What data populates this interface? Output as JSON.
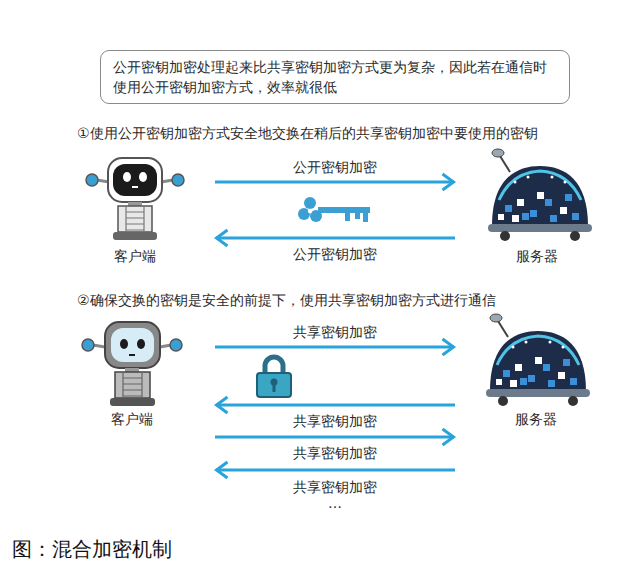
{
  "diagram": {
    "caption": "图：混合加密机制",
    "nodes": [
      {
        "text": [
          "公开密钥加密处理起来比共享密钥加密方式更为复杂，因此若在通信时使用公开密钥加密方式，效率就很低"
        ]
      },
      {
        "text": [
          "客户端"
        ]
      },
      {
        "text": [
          "服务器"
        ]
      },
      {
        "text": [
          "客户端"
        ]
      },
      {
        "text": [
          "服务器"
        ]
      }
    ],
    "edges": [
      {
        "from": 1,
        "to": 2,
        "arrow": "to",
        "label": "公开密钥加密"
      },
      {
        "from": 2,
        "to": 1,
        "arrow": "to",
        "label": "公开密钥加密"
      },
      {
        "from": 3,
        "to": 4,
        "arrow": "to",
        "label": "共享密钥加密"
      },
      {
        "from": 4,
        "to": 3,
        "arrow": "to",
        "label": "共享密钥加密"
      },
      {
        "from": 3,
        "to": 4,
        "arrow": "to",
        "label": "共享密钥加密"
      },
      {
        "from": 4,
        "to": 3,
        "arrow": "to",
        "label": "共享密钥加密"
      }
    ],
    "labels": [
      "①使用公开密钥加密方式安全地交换在稍后的共享密钥加密中要使用的密钥",
      "②确保交换的密钥是安全的前提下，使用共享密钥加密方式进行通信",
      "…"
    ]
  }
}
